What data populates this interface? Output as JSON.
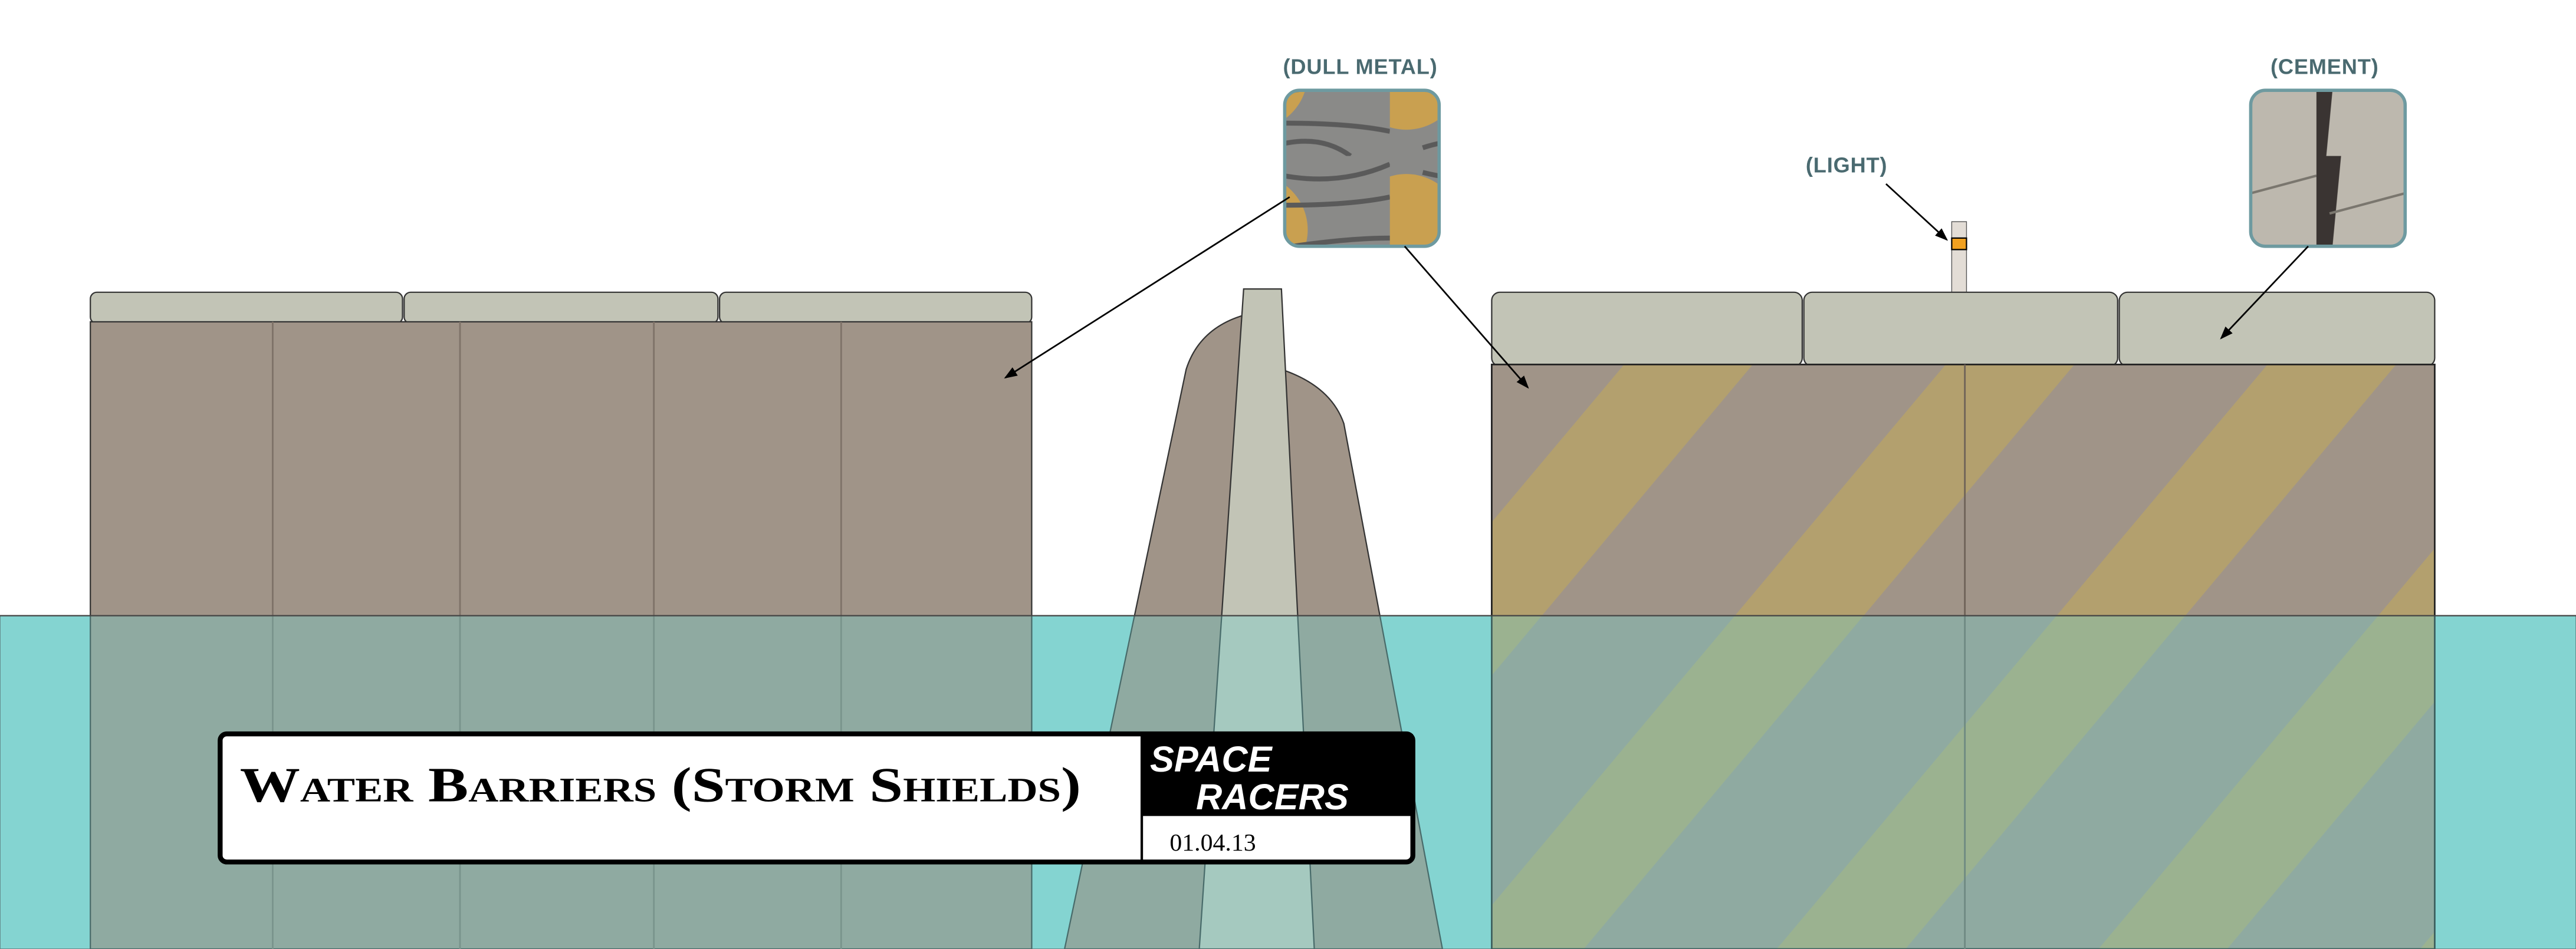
{
  "diagram": {
    "labels": {
      "dull_metal": "(DULL METAL)",
      "light": "(LIGHT)",
      "cement": "(CEMENT)"
    },
    "title_block": {
      "title": "Water Barriers (Storm Shields)",
      "logo_line1": "SPACE",
      "logo_line2": "RACERS",
      "date": "01.04.13"
    },
    "colors": {
      "barrier": "#a09488",
      "cap": "#c2c4b6",
      "stripe": "#b3a06e",
      "water": "#8fd5d2",
      "label": "#4a6a70",
      "light": "#f0a020"
    }
  }
}
